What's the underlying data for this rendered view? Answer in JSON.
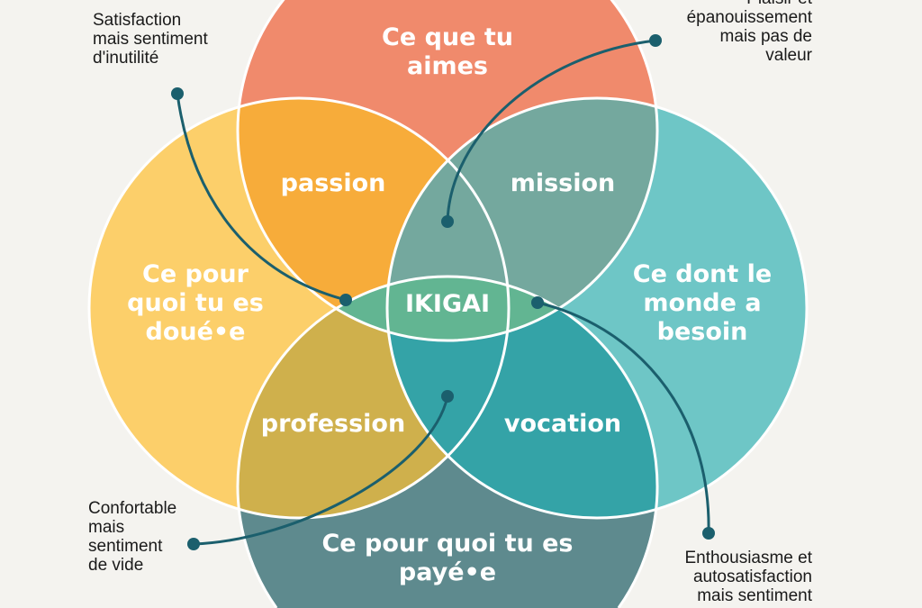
{
  "circles": {
    "top": {
      "label_lines": [
        "Ce que tu",
        "aimes"
      ],
      "color": "#F08A6C"
    },
    "left": {
      "label_lines": [
        "Ce pour",
        "quoi tu es",
        "doué•e"
      ],
      "color": "#FCCF6A"
    },
    "right": {
      "label_lines": [
        "Ce dont le",
        "monde a",
        "besoin"
      ],
      "color": "#6EC6C6"
    },
    "bottom": {
      "label_lines": [
        "Ce pour quoi tu es",
        "payé•e"
      ],
      "color": "#5E8A8E"
    }
  },
  "overlaps": {
    "passion": {
      "label": "passion",
      "color": "#F7AC3A"
    },
    "mission": {
      "label": "mission",
      "color": "#74A89E"
    },
    "profession": {
      "label": "profession",
      "color": "#CFB04C"
    },
    "vocation": {
      "label": "vocation",
      "color": "#34A3A7"
    },
    "center": {
      "label": "IKIGAI",
      "color": "#62B592"
    },
    "triple_left": {
      "color": "#F2A02E"
    }
  },
  "annotations": {
    "top_left": [
      "Satisfaction",
      "mais sentiment",
      "d'inutilité"
    ],
    "top_right": [
      "Plaisir et",
      "épanouissement",
      "mais pas de",
      "valeur"
    ],
    "bottom_left": [
      "Confortable",
      "mais",
      "sentiment",
      "de vide"
    ],
    "bottom_right": [
      "Enthousiasme et",
      "autosatisfaction",
      "mais sentiment"
    ]
  },
  "connector_color": "#1B5F6D"
}
